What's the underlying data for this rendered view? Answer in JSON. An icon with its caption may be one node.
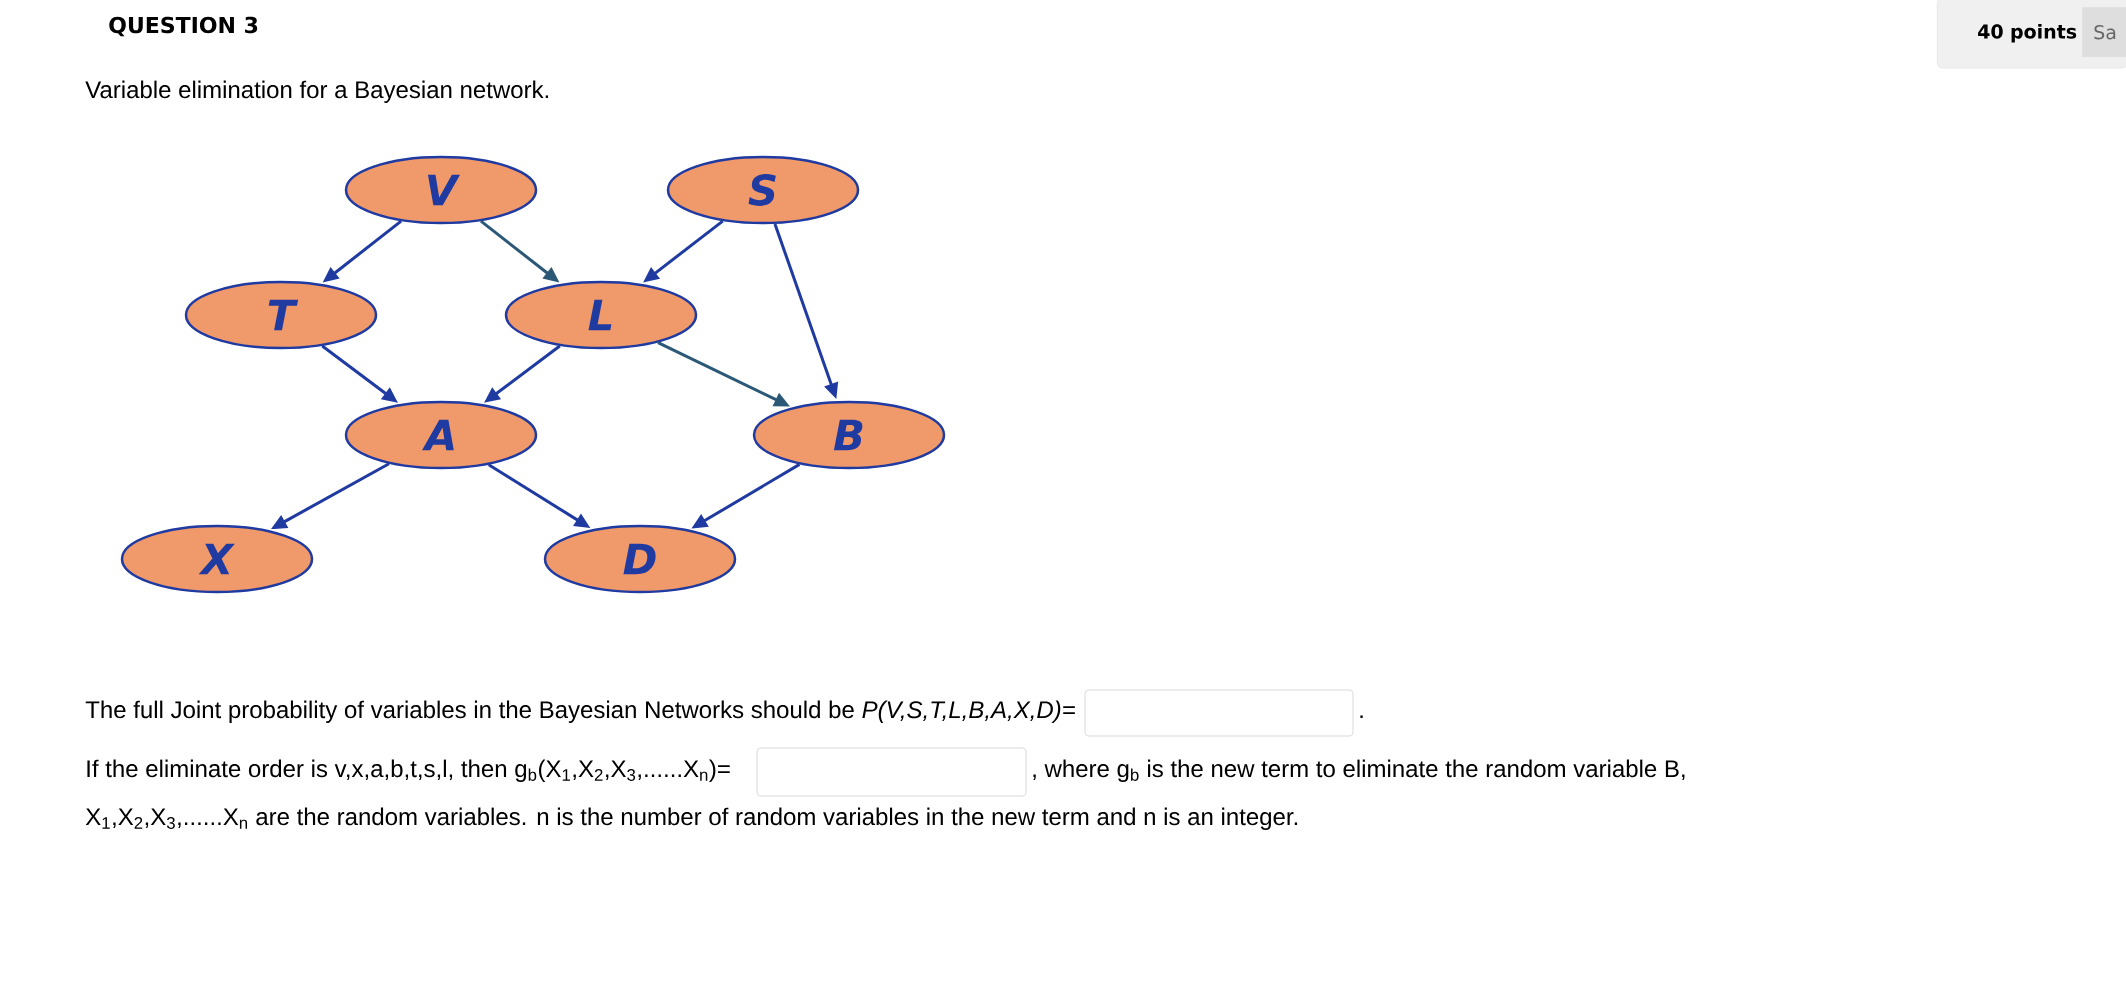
{
  "diagram": {
    "title": "QUESTION 3",
    "nodes": [
      {
        "text": [
          "V"
        ]
      },
      {
        "text": [
          "S"
        ]
      },
      {
        "text": [
          "T"
        ]
      },
      {
        "text": [
          "L"
        ]
      },
      {
        "text": [
          "A"
        ]
      },
      {
        "text": [
          "B"
        ]
      },
      {
        "text": [
          "X"
        ]
      },
      {
        "text": [
          "D"
        ]
      }
    ],
    "edges": [
      {
        "from": 0,
        "to": 2,
        "arrow": "to"
      },
      {
        "from": 0,
        "to": 3,
        "arrow": "to",
        "color": "#2b5876"
      },
      {
        "from": 1,
        "to": 3,
        "arrow": "to"
      },
      {
        "from": 1,
        "to": 5,
        "arrow": "to"
      },
      {
        "from": 2,
        "to": 4,
        "arrow": "to"
      },
      {
        "from": 3,
        "to": 4,
        "arrow": "to"
      },
      {
        "from": 3,
        "to": 5,
        "arrow": "to",
        "color": "#2b5876"
      },
      {
        "from": 4,
        "to": 6,
        "arrow": "to"
      },
      {
        "from": 4,
        "to": 7,
        "arrow": "to"
      },
      {
        "from": 5,
        "to": 7,
        "arrow": "to"
      }
    ],
    "labels": [
      "40 points",
      "Sa",
      "Variable elimination for a Bayesian network.",
      "The full Joint probability of variables in the Bayesian Networks should be *P(V,S,T,L,B,A,X,D)=*",
      ".",
      "If the eliminate order is v,x,a,b,t,s,l, then g$_{b}$(X$_{1}$,X$_{2}$,X$_{3}$,......X$_{n}$)=",
      ", where  g$_{b}$ is the new term to eliminate the random variable B,",
      "X$_{1}$,X$_{2}$,X$_{3}$,......X$_{n}$ are the random variables. n is the number of random variables in the new term and n is an integer."
    ]
  }
}
